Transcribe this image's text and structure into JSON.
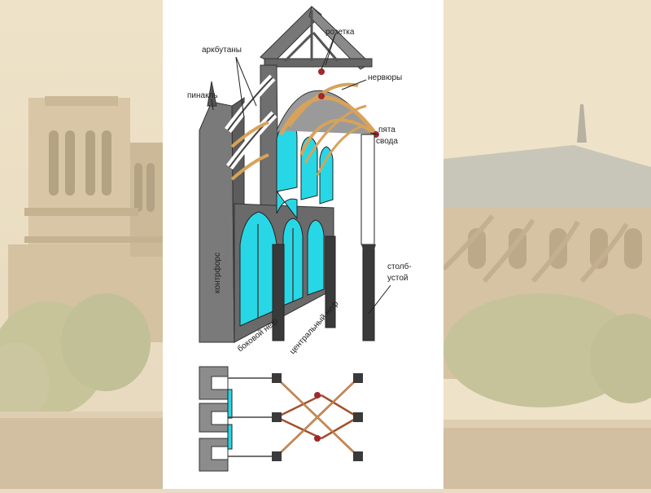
{
  "diagram": {
    "labels": {
      "rozetka": "розетка",
      "arkbutany": "аркбутаны",
      "nervyury": "нервюры",
      "pinakl": "пинакль",
      "pyata_line1": "пята",
      "pyata_line2": "свода",
      "stolb_line1": "столб-",
      "stolb_line2": "устой",
      "kontrfors": "контрфорс",
      "bokovoy_nef": "боковой неф",
      "centralny_nef": "центральный неф"
    }
  },
  "colors": {
    "background": "#e9dcc4",
    "panel": "#ffffff",
    "glass": "#28d7e6",
    "rib": "#d8a25a",
    "stone": "#8c8c8c",
    "dark": "#3a3a3a"
  }
}
